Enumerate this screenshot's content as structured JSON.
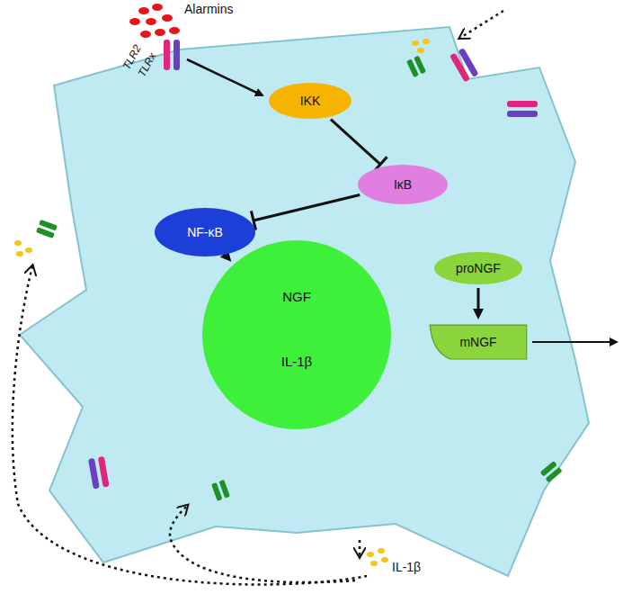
{
  "diagram": {
    "nodes": [
      {
        "text": [
          "IKK"
        ]
      },
      {
        "text": [
          "IκB"
        ]
      },
      {
        "text": [
          "NF-κB"
        ]
      },
      {
        "text": [
          "NGF",
          "IL-1β"
        ]
      },
      {
        "text": [
          "proNGF"
        ]
      },
      {
        "text": [
          "mNGF"
        ]
      }
    ],
    "edges": [
      {
        "from": 0,
        "to": 1,
        "arrow": "to"
      },
      {
        "from": 1,
        "to": 2,
        "arrow": "to"
      },
      {
        "from": 2,
        "to": 3,
        "arrow": "to"
      },
      {
        "from": 4,
        "to": 5,
        "arrow": "to"
      }
    ],
    "labels": [
      "Alarmins",
      "TLR2",
      "TLRx",
      "IL-1β"
    ]
  }
}
